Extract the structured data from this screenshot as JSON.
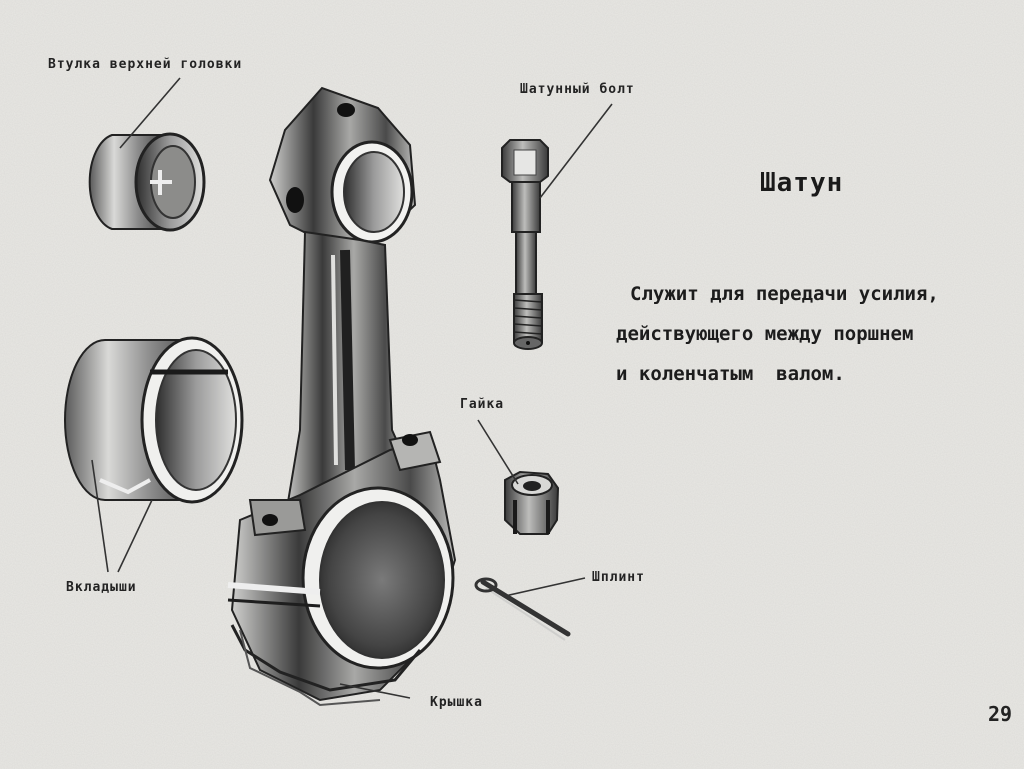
{
  "title": "Шатун",
  "description": [
    "Служит для передачи усилия,",
    "действующего между поршнем",
    "и коленчатым  валом."
  ],
  "labels": {
    "bushing": "Втулка верхней головки",
    "bolt": "Шатунный болт",
    "nut": "Гайка",
    "liners": "Вкладыши",
    "cotter": "Шплинт",
    "cap": "Крышка"
  },
  "page_number": "29",
  "colors": {
    "background": "#e9e8e4",
    "ink": "#1d1d1d",
    "metal_dark": "#3a3a3a",
    "metal_light": "#d6d6d4"
  }
}
